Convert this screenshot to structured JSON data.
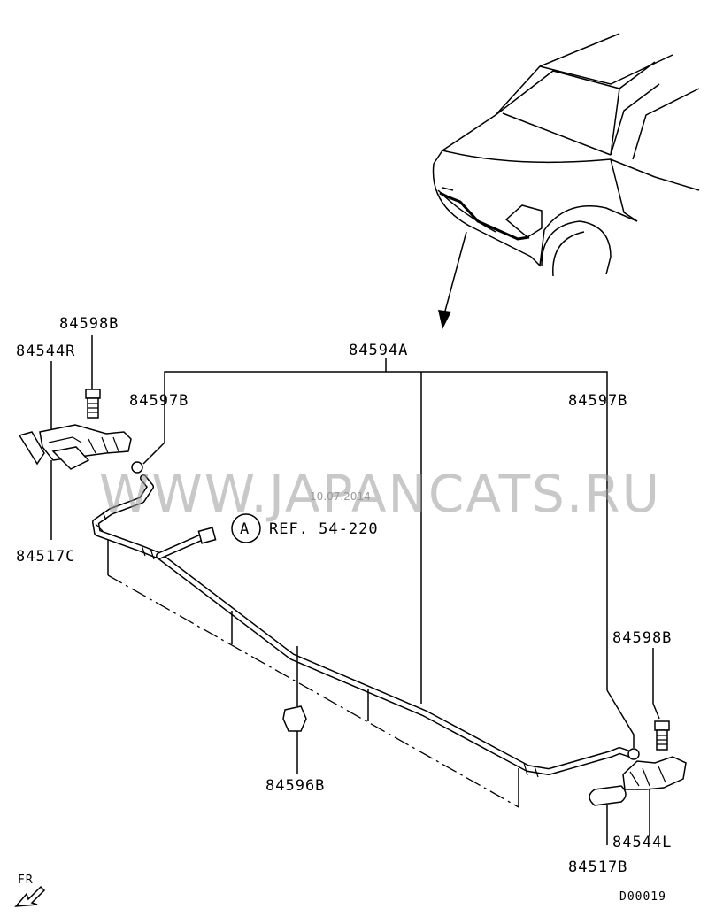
{
  "diagram": {
    "labels": {
      "bolt_left": "84598B",
      "nozzle_right": "84544R",
      "clip_left": "84597B",
      "hose_assembly": "84594A",
      "clip_right": "84597B",
      "cover_left": "84517C",
      "reference_marker": "A",
      "reference": "REF. 54-220",
      "bolt_right": "84598B",
      "clamp": "84596B",
      "nozzle_left": "84544L",
      "cover_right": "84517B",
      "front_indicator": "FR",
      "diagram_code": "D00019"
    },
    "watermark": "WWW.JAPANCATS.RU",
    "date_stamp": "10.07.2014"
  }
}
